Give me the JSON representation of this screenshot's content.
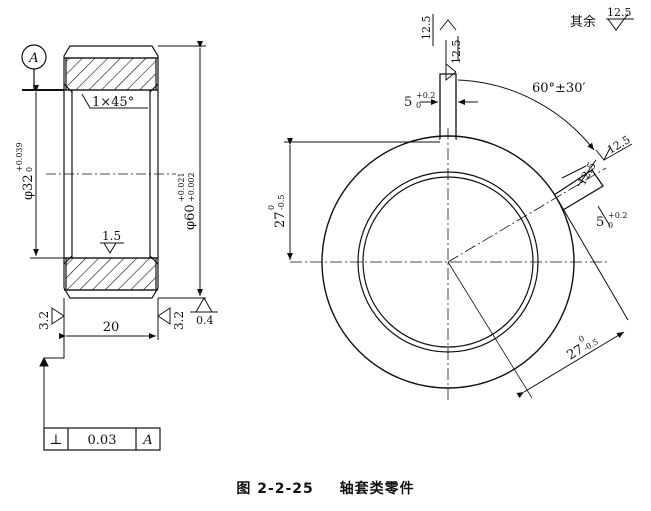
{
  "figure": {
    "number": "图 2-2-25",
    "title": "轴套类零件"
  },
  "side_view": {
    "datum_label": "A",
    "chamfer": "1×45°",
    "inner_diameter": "φ32",
    "inner_tol_upper": "+0.039",
    "inner_tol_lower": "0",
    "outer_diameter": "φ60",
    "outer_tol_upper": "+0.021",
    "outer_tol_lower": "+0.002",
    "bore_roughness": "1.5",
    "face_roughness_left": "3.2",
    "face_roughness_right": "3.2",
    "width": "20",
    "flatness": "0.4",
    "fcf_symbol": "⊥",
    "fcf_tolerance": "0.03",
    "fcf_datum": "A"
  },
  "front_view": {
    "other_roughness_label": "其余",
    "other_roughness": "12.5",
    "slot_roughness_1": "12.5",
    "slot_roughness_2": "12.5",
    "slot_roughness_3": "12.5",
    "slot_roughness_4": "12.5",
    "slot_width_top": "5",
    "slot_width_top_tol": "+0.2",
    "slot_width_top_tol_lo": "0",
    "slot_width_side": "5",
    "slot_width_side_tol": "+0.2",
    "slot_width_side_tol_lo": "0",
    "angle": "60°±30′",
    "depth_left": "27",
    "depth_left_tol_upper": "0",
    "depth_left_tol_lower": "-0.5",
    "depth_right": "27",
    "depth_right_tol_upper": "0",
    "depth_right_tol_lower": "-0.5"
  }
}
